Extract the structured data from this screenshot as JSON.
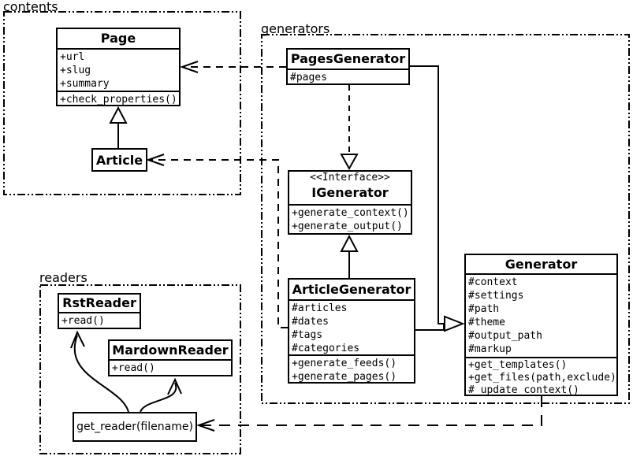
{
  "packages": {
    "contents": {
      "label": "contents"
    },
    "generators": {
      "label": "generators"
    },
    "readers": {
      "label": "readers"
    }
  },
  "classes": {
    "page": {
      "name": "Page",
      "attrs": [
        "+url",
        "+slug",
        "+summary"
      ],
      "methods": [
        "+check_properties()"
      ]
    },
    "article": {
      "name": "Article"
    },
    "pagesGenerator": {
      "name": "PagesGenerator",
      "attrs": [
        "#pages"
      ]
    },
    "igenerator": {
      "stereotype": "<<Interface>>",
      "name": "IGenerator",
      "methods": [
        "+generate_context()",
        "+generate_output()"
      ]
    },
    "articleGenerator": {
      "name": "ArticleGenerator",
      "attrs": [
        "#articles",
        "#dates",
        "#tags",
        "#categories"
      ],
      "methods": [
        "+generate_feeds()",
        "+generate_pages()"
      ]
    },
    "generator": {
      "name": "Generator",
      "attrs": [
        "#context",
        "#settings",
        "#path",
        "#theme",
        "#output_path",
        "#markup"
      ],
      "methods": [
        "+get_templates()",
        "+get_files(path,exclude)",
        "#_update_context()"
      ]
    },
    "rstReader": {
      "name": "RstReader",
      "methods": [
        "+read()"
      ]
    },
    "markdownReader": {
      "name": "MardownReader",
      "methods": [
        "+read()"
      ]
    },
    "getReader": {
      "name": "get_reader(filename)"
    }
  },
  "relationships": [
    {
      "type": "inheritance",
      "from": "Article",
      "to": "Page"
    },
    {
      "type": "realization-dashed",
      "from": "PagesGenerator",
      "to": "IGenerator"
    },
    {
      "type": "realization",
      "from": "ArticleGenerator",
      "to": "IGenerator"
    },
    {
      "type": "inheritance",
      "from": "PagesGenerator",
      "to": "Generator"
    },
    {
      "type": "inheritance",
      "from": "ArticleGenerator",
      "to": "Generator"
    },
    {
      "type": "dependency",
      "from": "PagesGenerator",
      "to": "Page"
    },
    {
      "type": "dependency",
      "from": "ArticleGenerator",
      "to": "Article"
    },
    {
      "type": "dependency",
      "from": "Generator",
      "to": "get_reader(filename)"
    },
    {
      "type": "arrow",
      "from": "get_reader(filename)",
      "to": "RstReader"
    },
    {
      "type": "arrow",
      "from": "get_reader(filename)",
      "to": "MardownReader"
    }
  ],
  "colors": {
    "ink": "#000000",
    "background": "#ffffff"
  }
}
